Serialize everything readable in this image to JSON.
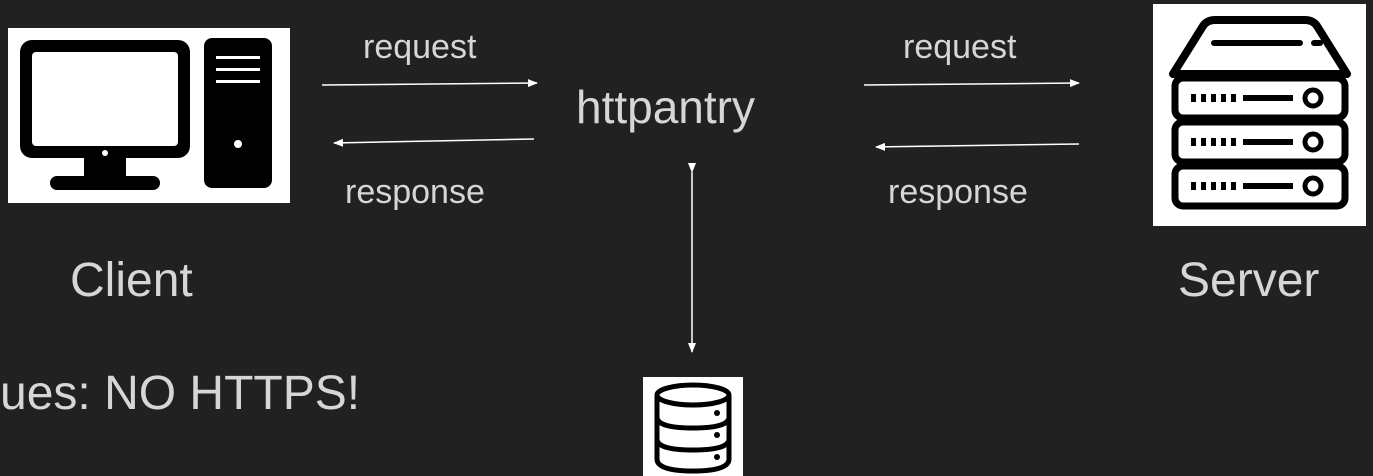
{
  "colors": {
    "background": "#212121",
    "text": "#d6d6d6",
    "arrow": "#ffffff",
    "icon_bg": "#ffffff",
    "icon_fg": "#000000"
  },
  "icons": {
    "client": "desktop-computer-icon",
    "server": "server-rack-icon",
    "storage": "database-icon"
  },
  "client": {
    "label": "Client"
  },
  "server": {
    "label": "Server"
  },
  "proxy": {
    "label": "httpantry"
  },
  "left_link": {
    "request": "request",
    "response": "response"
  },
  "right_link": {
    "request": "request",
    "response": "response"
  },
  "issues": {
    "text": "ues: NO HTTPS!"
  }
}
